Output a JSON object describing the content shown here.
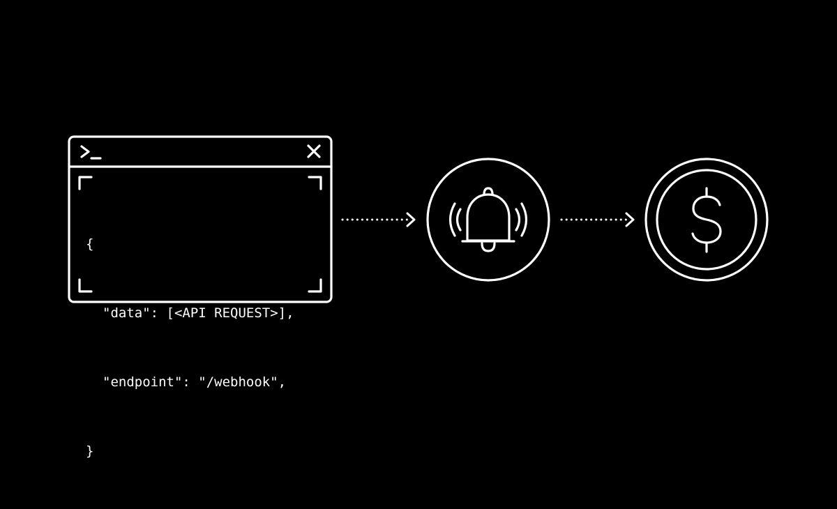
{
  "colors": {
    "background": "#000000",
    "stroke": "#ffffff"
  },
  "terminal": {
    "prompt_icon": "terminal-prompt-icon",
    "close_icon": "close-icon",
    "code_lines": [
      "{",
      "\"data\": [<API REQUEST>],",
      "\"endpoint\": \"/webhook\",",
      "}"
    ]
  },
  "nodes": [
    {
      "icon": "ringing-bell-icon"
    },
    {
      "icon": "dollar-coin-icon"
    }
  ],
  "connectors": [
    {
      "from": "terminal",
      "to": "ringing-bell-icon",
      "style": "dotted-arrow"
    },
    {
      "from": "ringing-bell-icon",
      "to": "dollar-coin-icon",
      "style": "dotted-arrow"
    }
  ]
}
